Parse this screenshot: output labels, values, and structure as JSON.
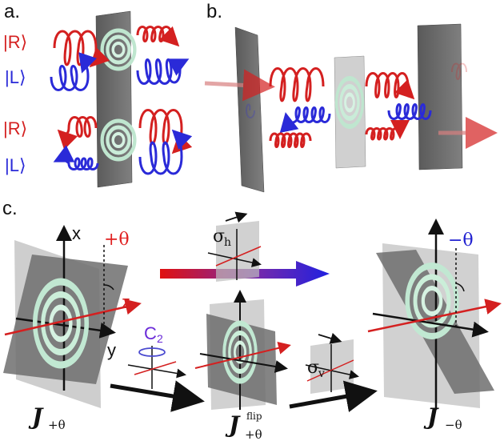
{
  "panel_labels": {
    "a": "a.",
    "b": "b.",
    "c": "c."
  },
  "panel_a": {
    "kets": [
      "|R⟩",
      "|L⟩",
      "|R⟩",
      "|L⟩"
    ]
  },
  "panel_c": {
    "axis_x": "x",
    "axis_z": "z",
    "axis_y": "y",
    "angle_pos": "+θ",
    "angle_neg": "−θ",
    "sigma_h": {
      "base": "σ",
      "sub": "h"
    },
    "sigma_v": {
      "base": "σ",
      "sub": "v"
    },
    "c2": {
      "base": "C",
      "sub": "2"
    },
    "states": {
      "left": {
        "base": "J",
        "sub": "+θ"
      },
      "middle": {
        "base": "J",
        "sub": "+θ",
        "sup": "flip"
      },
      "right": {
        "base": "J",
        "sub": "−θ"
      }
    }
  },
  "colors": {
    "right_circular": "#d42020",
    "left_circular": "#2a2ad8",
    "plate": "#6e6e6e",
    "metasurface": "#cfeedd",
    "text_pos_angle": "#e02020",
    "text_neg_angle": "#2020d0"
  }
}
